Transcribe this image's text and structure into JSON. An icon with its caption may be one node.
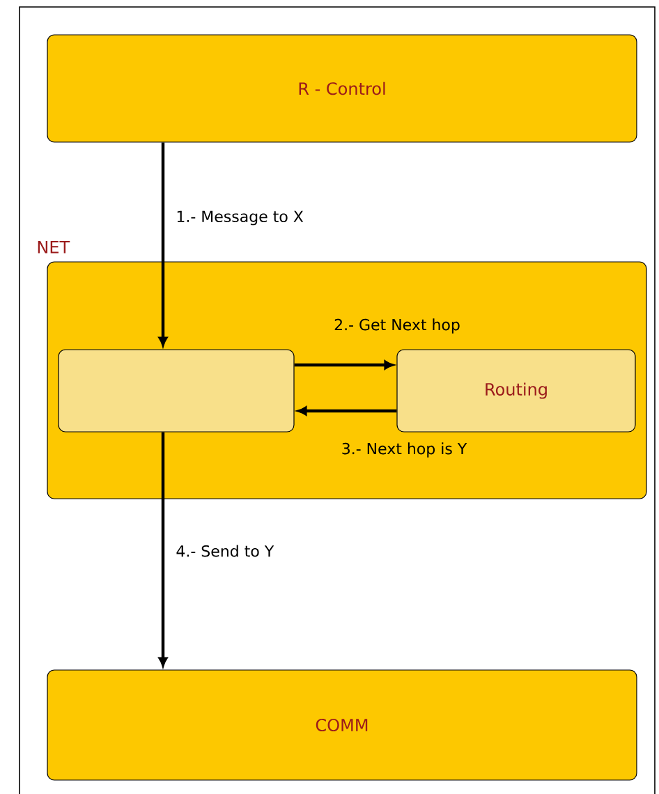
{
  "diagram": {
    "nodes": [
      {
        "text": [
          "R - Control"
        ]
      },
      {
        "text": [
          "NET"
        ]
      },
      {
        "text": [],
        "shape": "box",
        "in": 1
      },
      {
        "text": [
          "Routing"
        ],
        "in": 1
      },
      {
        "text": [
          "COMM"
        ]
      }
    ],
    "edges": [
      {
        "from": 0,
        "to": 2,
        "arrow": "to",
        "label": "1.- Message to X"
      },
      {
        "from": 2,
        "to": 3,
        "arrow": "to",
        "label": "2.- Get Next hop"
      },
      {
        "from": 3,
        "to": 2,
        "arrow": "to",
        "label": "3.- Next hop is Y"
      },
      {
        "from": 2,
        "to": 4,
        "arrow": "to",
        "label": "4.- Send to Y"
      }
    ]
  }
}
